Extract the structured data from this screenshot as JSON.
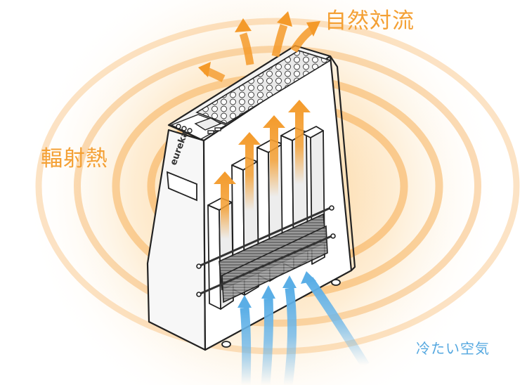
{
  "labels": {
    "natural_convection": "自然対流",
    "radiant_heat": "輻射熱",
    "cold_air": "冷たい空気"
  },
  "brand": {
    "logo_text": "eureka"
  },
  "colors": {
    "heat_orange": "#f4a034",
    "cold_blue": "#55a8e0",
    "outline": "#222222",
    "glow": "#fbc77a"
  }
}
